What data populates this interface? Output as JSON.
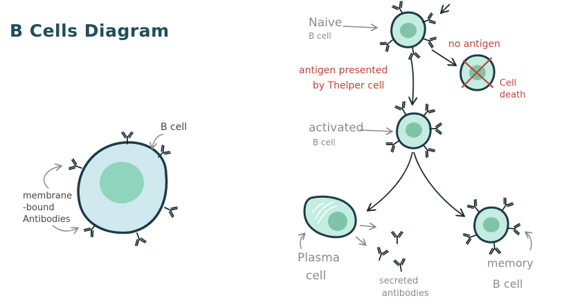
{
  "title": "B Cells Diagram",
  "colors": {
    "title": "#1f4e5a",
    "cell_fill": "#cfe9ee",
    "cell_fill_light": "#c4ece0",
    "nucleus": "#8fd4bd",
    "nucleus_small": "#7fc3a8",
    "outline": "#1d3b44",
    "label_gray": "#8a8a8a",
    "label_red": "#c0443c"
  },
  "left": {
    "b_cell_label": "B cell",
    "membrane_lines": [
      "membrane",
      "-bound",
      "Antibodies"
    ]
  },
  "right": {
    "naive_lines": [
      "Naive",
      "B cell"
    ],
    "antigen_lines": [
      "antigen presented",
      "by Thelper cell"
    ],
    "no_antigen": "no antigen",
    "cell_death_lines": [
      "Cell",
      "death"
    ],
    "activated_lines": [
      "activated",
      "B cell"
    ],
    "plasma_lines": [
      "Plasma",
      "cell"
    ],
    "secreted_lines": [
      "secreted",
      "antibodies"
    ],
    "memory_lines": [
      "memory",
      "B cell"
    ]
  }
}
